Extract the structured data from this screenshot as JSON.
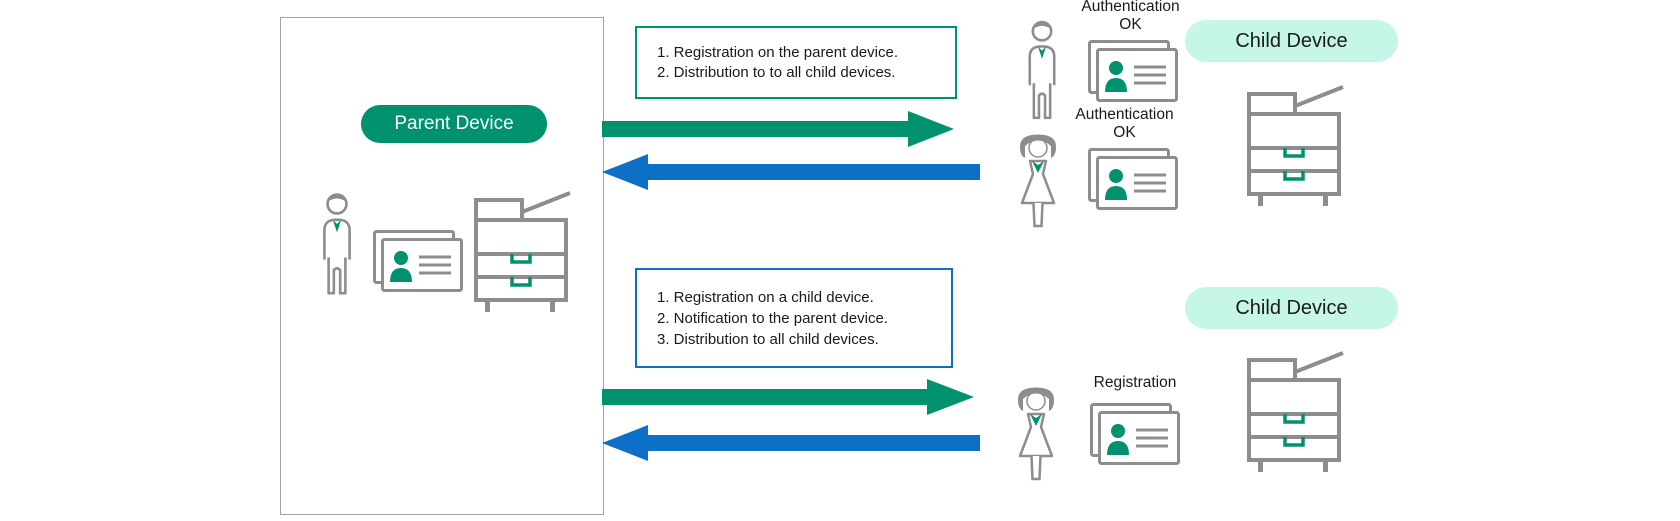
{
  "colors": {
    "green": "#00916F",
    "blue": "#0D6FC5",
    "mint_badge": "#C6F6E8",
    "icon_gray": "#8D8D8D",
    "panel_border_gray": "#A3A3A3",
    "text": "#1A1A1A"
  },
  "parent_panel": {
    "badge": "Parent Device",
    "icons": [
      "man-icon",
      "id-card-icon",
      "printer-icon"
    ]
  },
  "flow_top": {
    "note_lines": [
      "1. Registration on  the parent device.",
      "2. Distribution to to all child devices."
    ],
    "arrows": [
      "green-right-arrow",
      "blue-left-arrow"
    ]
  },
  "flow_bottom": {
    "note_lines": [
      "1. Registration on a child device.",
      "2. Notification to the parent device.",
      "3. Distribution to all child devices."
    ],
    "arrows": [
      "green-right-arrow",
      "blue-left-arrow"
    ]
  },
  "right_top": {
    "auth_label_1": {
      "line1": "Authentication",
      "line2": "OK"
    },
    "auth_label_2": {
      "line1": "Authentication",
      "line2": "OK"
    },
    "badge": "Child Device",
    "icons": [
      "man-icon",
      "id-card-icon",
      "woman-icon",
      "id-card-icon",
      "printer-icon"
    ]
  },
  "right_bottom": {
    "registration_label": "Registration",
    "badge": "Child Device",
    "icons": [
      "woman-icon",
      "id-card-icon",
      "printer-icon"
    ]
  }
}
